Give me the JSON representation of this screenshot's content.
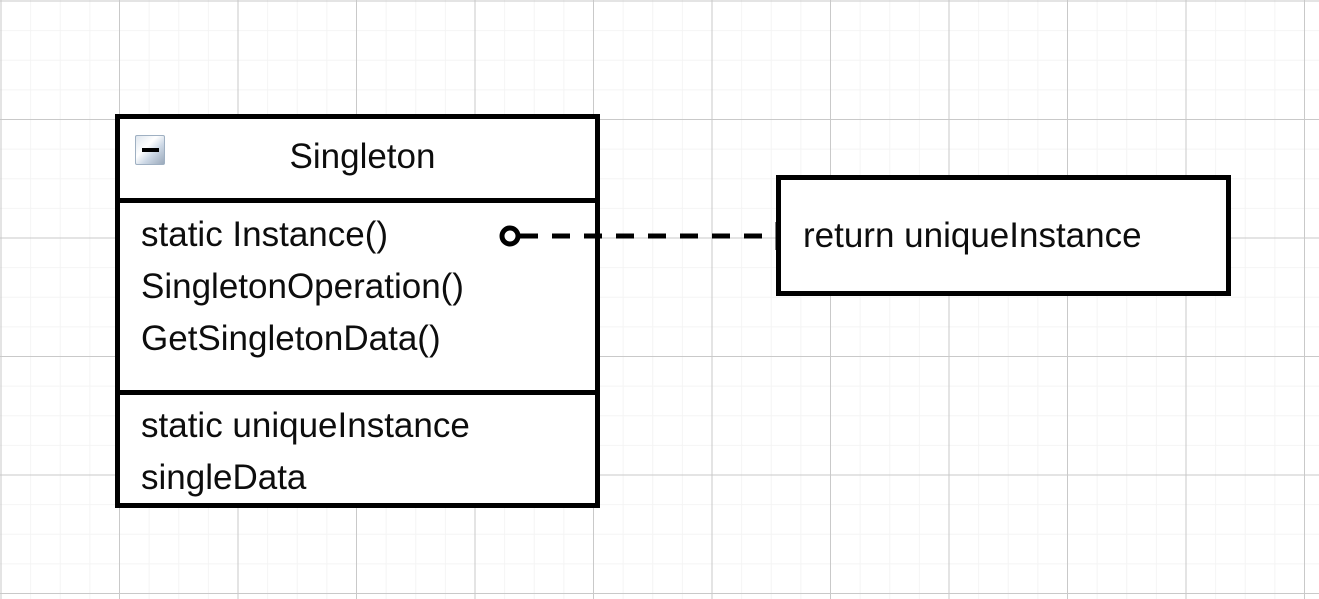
{
  "diagram": {
    "type": "uml-class-diagram",
    "background": {
      "grid": true,
      "minor_grid_color": "#f4f4f4",
      "major_grid_color": "#c9c9c9",
      "canvas_color": "#ffffff"
    },
    "stroke_color": "#000000",
    "text_color": "#0d0d0d"
  },
  "class_box": {
    "collapse_icon": "minus-collapse-icon",
    "title": "Singleton",
    "methods": [
      "static Instance()",
      "SingletonOperation()",
      "GetSingletonData()"
    ],
    "attributes": [
      "static uniqueInstance",
      "singleData"
    ]
  },
  "note": {
    "text": "return uniqueInstance"
  },
  "connector": {
    "style": "dashed",
    "source_endpoint": "hollow-circle",
    "target_endpoint": "plain",
    "stroke_color": "#000000"
  }
}
